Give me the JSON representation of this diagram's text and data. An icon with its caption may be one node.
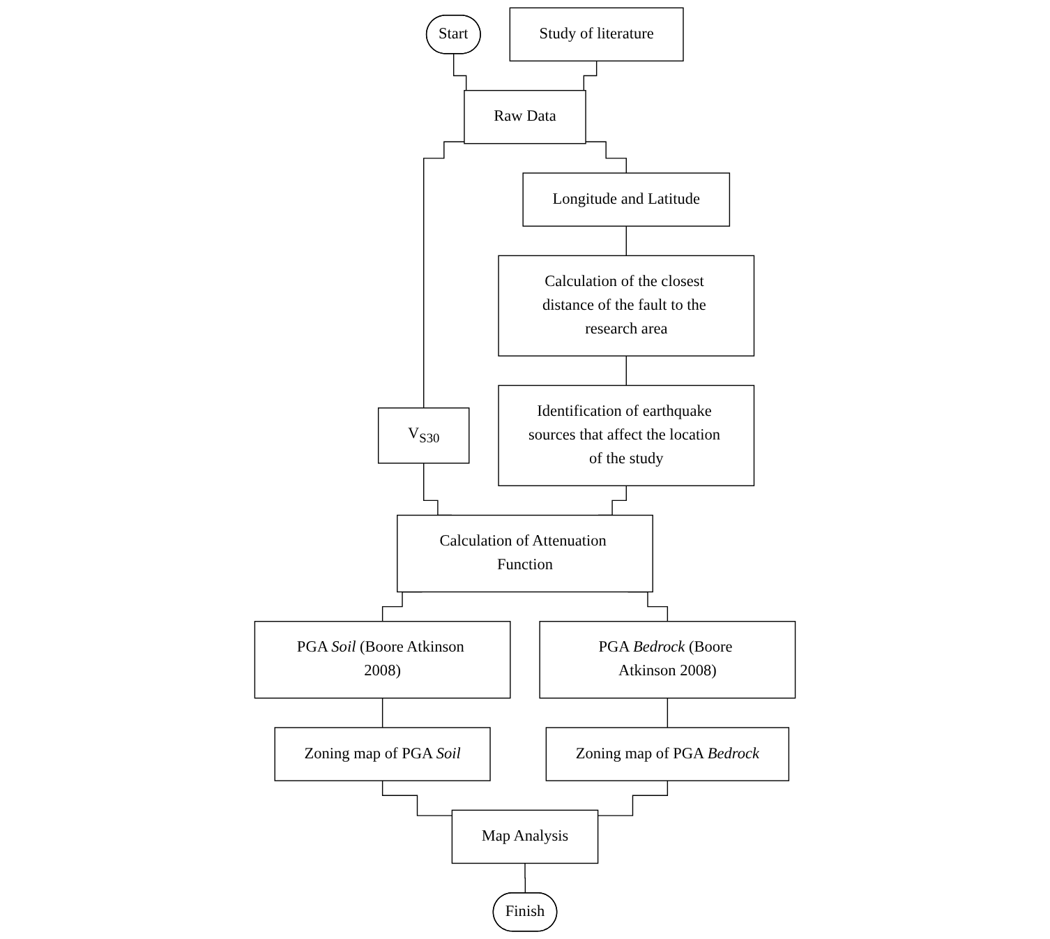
{
  "diagram": {
    "nodes": [
      {
        "text": [
          "Start"
        ]
      },
      {
        "text": [
          "Study of literature"
        ]
      },
      {
        "text": [
          "Raw Data"
        ]
      },
      {
        "text": [
          "V$_{S30}$"
        ]
      },
      {
        "text": [
          "Longitude and Latitude"
        ]
      },
      {
        "text": [
          "Calculation of the closest distance of the fault to the research area"
        ]
      },
      {
        "text": [
          "Identification of earthquake sources that affect the location of the study"
        ]
      },
      {
        "text": [
          "Calculation of Attenuation Function"
        ]
      },
      {
        "text": [
          "PGA *Soil* (Boore Atkinson 2008)"
        ]
      },
      {
        "text": [
          "PGA *Bedrock* (Boore Atkinson 2008)"
        ]
      },
      {
        "text": [
          "Zoning map of PGA *Soil*"
        ]
      },
      {
        "text": [
          "Zoning map of PGA *Bedrock*"
        ]
      },
      {
        "text": [
          "Map Analysis"
        ]
      },
      {
        "text": [
          "Finish"
        ]
      }
    ],
    "edges": [
      {
        "from": 0,
        "to": 2,
        "arrow": "none"
      },
      {
        "from": 1,
        "to": 2,
        "arrow": "none"
      },
      {
        "from": 2,
        "to": 3,
        "arrow": "none"
      },
      {
        "from": 2,
        "to": 4,
        "arrow": "none"
      },
      {
        "from": 4,
        "to": 5,
        "arrow": "none"
      },
      {
        "from": 5,
        "to": 6,
        "arrow": "none"
      },
      {
        "from": 3,
        "to": 7,
        "arrow": "none"
      },
      {
        "from": 6,
        "to": 7,
        "arrow": "none"
      },
      {
        "from": 7,
        "to": 8,
        "arrow": "none"
      },
      {
        "from": 7,
        "to": 9,
        "arrow": "none"
      },
      {
        "from": 8,
        "to": 10,
        "arrow": "none"
      },
      {
        "from": 9,
        "to": 11,
        "arrow": "none"
      },
      {
        "from": 10,
        "to": 12,
        "arrow": "none"
      },
      {
        "from": 11,
        "to": 12,
        "arrow": "none"
      },
      {
        "from": 12,
        "to": 13,
        "arrow": "none"
      }
    ]
  }
}
